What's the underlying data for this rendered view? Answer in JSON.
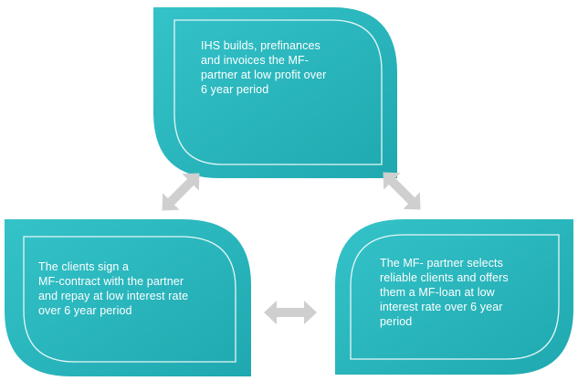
{
  "colors": {
    "leaf_fill": "#24b0b7",
    "leaf_fill_light": "#34c3c9",
    "leaf_border": "#e6f6f7",
    "arrow_fill": "#cfcfcf",
    "text": "#ffffff"
  },
  "diagram": {
    "top_box": {
      "lines": [
        "IHS builds, prefinances",
        "and invoices the MF-",
        "partner at low profit over",
        "6 year period"
      ]
    },
    "left_box": {
      "lines": [
        "The clients sign a",
        "MF-contract with the partner",
        "and repay at low interest rate",
        "over 6 year period"
      ]
    },
    "right_box": {
      "lines": [
        "The MF- partner selects",
        "reliable clients and offers",
        "them a MF-loan at low",
        "interest rate over 6 year",
        "period"
      ]
    },
    "arrows": [
      {
        "icon": "double-arrow-icon",
        "between": "top-left"
      },
      {
        "icon": "double-arrow-icon",
        "between": "top-right"
      },
      {
        "icon": "double-arrow-icon",
        "between": "left-right"
      }
    ]
  }
}
